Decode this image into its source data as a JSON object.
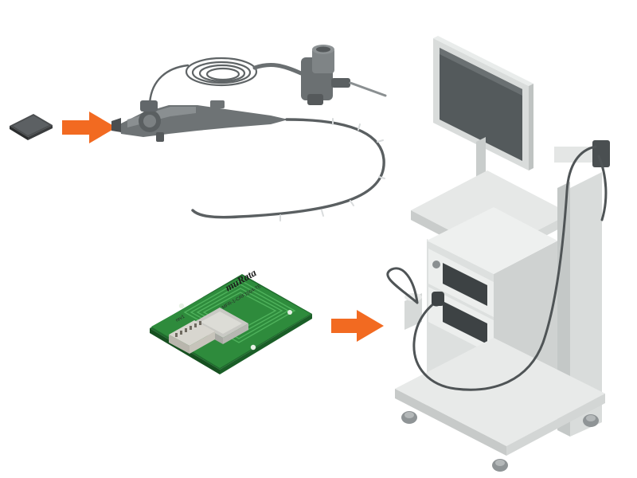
{
  "diagram": {
    "chip": {
      "icon": "chip-icon"
    },
    "arrows": [
      {
        "name": "arrow-chip-to-endoscope",
        "color": "#f26a21"
      },
      {
        "name": "arrow-module-to-cart",
        "color": "#f26a21"
      }
    ],
    "endoscope": {
      "icon": "endoscope-icon"
    },
    "module": {
      "icon": "wireless-module-icon",
      "brand": "muRata",
      "part_number": "MFR-1-CRF1504-TE",
      "corner_mark": "rev1"
    },
    "cart": {
      "icon": "endoscopy-cart-icon"
    },
    "colors": {
      "accent": "#f26a21",
      "pcb_green": "#2e8b3c",
      "device_gray": "#7a7f80",
      "cart_light": "#e4e6e5"
    }
  }
}
